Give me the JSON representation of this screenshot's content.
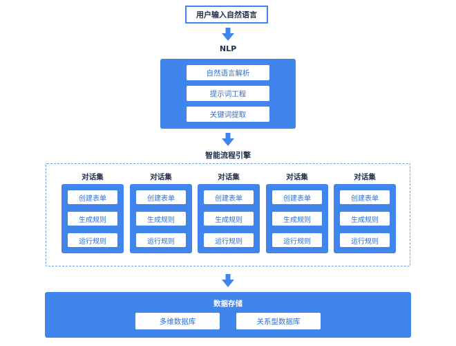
{
  "input": {
    "label": "用户输入自然语言"
  },
  "nlp": {
    "label": "NLP",
    "items": [
      "自然语言解析",
      "提示词工程",
      "关键词提取"
    ]
  },
  "engine": {
    "label": "智能流程引擎"
  },
  "dialog_sets": [
    {
      "title": "对话集",
      "items": [
        "创建表单",
        "生成规则",
        "运行规则"
      ]
    },
    {
      "title": "对话集",
      "items": [
        "创建表单",
        "生成规则",
        "运行规则"
      ]
    },
    {
      "title": "对话集",
      "items": [
        "创建表单",
        "生成规则",
        "运行规则"
      ]
    },
    {
      "title": "对话集",
      "items": [
        "创建表单",
        "生成规则",
        "运行规则"
      ]
    },
    {
      "title": "对话集",
      "items": [
        "创建表单",
        "生成规则",
        "运行规则"
      ]
    }
  ],
  "storage": {
    "title": "数据存储",
    "items": [
      "多维数据库",
      "关系型数据库"
    ]
  },
  "colors": {
    "primary": "#3f85ec",
    "text_dark": "#1f2f4a",
    "text_blue": "#3170cf",
    "dashed": "#62a0ef"
  }
}
